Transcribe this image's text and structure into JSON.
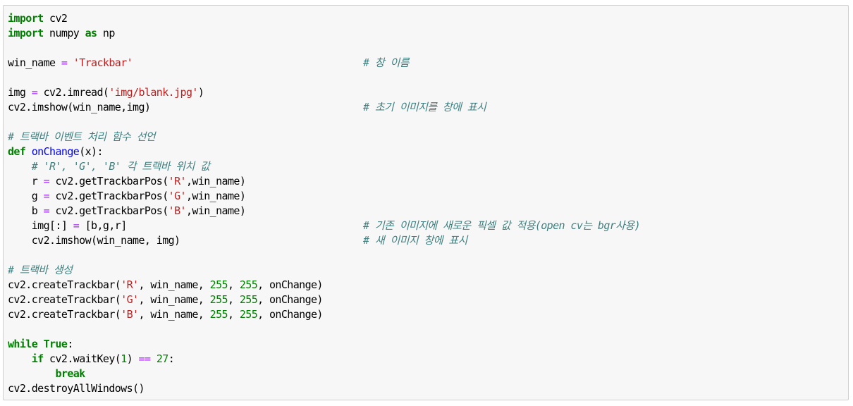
{
  "code": {
    "lines": [
      {
        "segments": [
          {
            "t": "import",
            "c": "kw"
          },
          {
            "t": " cv2",
            "c": "plain"
          }
        ]
      },
      {
        "segments": [
          {
            "t": "import",
            "c": "kw"
          },
          {
            "t": " numpy ",
            "c": "plain"
          },
          {
            "t": "as",
            "c": "kw"
          },
          {
            "t": " np",
            "c": "plain"
          }
        ]
      },
      {
        "segments": []
      },
      {
        "segments": [
          {
            "t": "win_name ",
            "c": "plain"
          },
          {
            "t": "=",
            "c": "op"
          },
          {
            "t": " ",
            "c": "plain"
          },
          {
            "t": "'Trackbar'",
            "c": "str"
          }
        ],
        "comment": "# 창 이름"
      },
      {
        "segments": []
      },
      {
        "segments": [
          {
            "t": "img ",
            "c": "plain"
          },
          {
            "t": "=",
            "c": "op"
          },
          {
            "t": " cv2.imread(",
            "c": "plain"
          },
          {
            "t": "'img/blank.jpg'",
            "c": "str"
          },
          {
            "t": ")",
            "c": "plain"
          }
        ]
      },
      {
        "segments": [
          {
            "t": "cv2.imshow(win_name,img)",
            "c": "plain"
          }
        ],
        "comment": "# 초기 이미지를 창에 표시"
      },
      {
        "segments": []
      },
      {
        "segments": [
          {
            "t": "# 트랙바 이벤트 처리 함수 선언",
            "c": "comment"
          }
        ]
      },
      {
        "segments": [
          {
            "t": "def",
            "c": "kw"
          },
          {
            "t": " ",
            "c": "plain"
          },
          {
            "t": "onChange",
            "c": "fn"
          },
          {
            "t": "(x):",
            "c": "plain"
          }
        ]
      },
      {
        "segments": [
          {
            "t": "    ",
            "c": "plain"
          },
          {
            "t": "# 'R', 'G', 'B' 각 트랙바 위치 값",
            "c": "comment"
          }
        ]
      },
      {
        "segments": [
          {
            "t": "    r ",
            "c": "plain"
          },
          {
            "t": "=",
            "c": "op"
          },
          {
            "t": " cv2.getTrackbarPos(",
            "c": "plain"
          },
          {
            "t": "'R'",
            "c": "str"
          },
          {
            "t": ",win_name)",
            "c": "plain"
          }
        ]
      },
      {
        "segments": [
          {
            "t": "    g ",
            "c": "plain"
          },
          {
            "t": "=",
            "c": "op"
          },
          {
            "t": " cv2.getTrackbarPos(",
            "c": "plain"
          },
          {
            "t": "'G'",
            "c": "str"
          },
          {
            "t": ",win_name)",
            "c": "plain"
          }
        ]
      },
      {
        "segments": [
          {
            "t": "    b ",
            "c": "plain"
          },
          {
            "t": "=",
            "c": "op"
          },
          {
            "t": " cv2.getTrackbarPos(",
            "c": "plain"
          },
          {
            "t": "'B'",
            "c": "str"
          },
          {
            "t": ",win_name)",
            "c": "plain"
          }
        ]
      },
      {
        "segments": [
          {
            "t": "    img[:] ",
            "c": "plain"
          },
          {
            "t": "=",
            "c": "op"
          },
          {
            "t": " [b,g,r]",
            "c": "plain"
          }
        ],
        "comment": "# 기존 이미지에 새로운 픽셀 값 적용(open cv는 bgr사용)"
      },
      {
        "segments": [
          {
            "t": "    cv2.imshow(win_name, img)",
            "c": "plain"
          }
        ],
        "comment": "# 새 이미지 창에 표시"
      },
      {
        "segments": []
      },
      {
        "segments": [
          {
            "t": "# 트랙바 생성",
            "c": "comment"
          }
        ]
      },
      {
        "segments": [
          {
            "t": "cv2.createTrackbar(",
            "c": "plain"
          },
          {
            "t": "'R'",
            "c": "str"
          },
          {
            "t": ", win_name, ",
            "c": "plain"
          },
          {
            "t": "255",
            "c": "num"
          },
          {
            "t": ", ",
            "c": "plain"
          },
          {
            "t": "255",
            "c": "num"
          },
          {
            "t": ", onChange)",
            "c": "plain"
          }
        ]
      },
      {
        "segments": [
          {
            "t": "cv2.createTrackbar(",
            "c": "plain"
          },
          {
            "t": "'G'",
            "c": "str"
          },
          {
            "t": ", win_name, ",
            "c": "plain"
          },
          {
            "t": "255",
            "c": "num"
          },
          {
            "t": ", ",
            "c": "plain"
          },
          {
            "t": "255",
            "c": "num"
          },
          {
            "t": ", onChange)",
            "c": "plain"
          }
        ]
      },
      {
        "segments": [
          {
            "t": "cv2.createTrackbar(",
            "c": "plain"
          },
          {
            "t": "'B'",
            "c": "str"
          },
          {
            "t": ", win_name, ",
            "c": "plain"
          },
          {
            "t": "255",
            "c": "num"
          },
          {
            "t": ", ",
            "c": "plain"
          },
          {
            "t": "255",
            "c": "num"
          },
          {
            "t": ", onChange)",
            "c": "plain"
          }
        ]
      },
      {
        "segments": []
      },
      {
        "segments": [
          {
            "t": "while",
            "c": "kw"
          },
          {
            "t": " ",
            "c": "plain"
          },
          {
            "t": "True",
            "c": "kw"
          },
          {
            "t": ":",
            "c": "plain"
          }
        ]
      },
      {
        "segments": [
          {
            "t": "    ",
            "c": "plain"
          },
          {
            "t": "if",
            "c": "kw"
          },
          {
            "t": " cv2.waitKey(",
            "c": "plain"
          },
          {
            "t": "1",
            "c": "num"
          },
          {
            "t": ") ",
            "c": "plain"
          },
          {
            "t": "==",
            "c": "op"
          },
          {
            "t": " ",
            "c": "plain"
          },
          {
            "t": "27",
            "c": "num"
          },
          {
            "t": ":",
            "c": "plain"
          }
        ]
      },
      {
        "segments": [
          {
            "t": "        ",
            "c": "plain"
          },
          {
            "t": "break",
            "c": "kw"
          }
        ]
      },
      {
        "segments": [
          {
            "t": "cv2.destroyAllWindows()",
            "c": "plain"
          }
        ]
      }
    ]
  }
}
